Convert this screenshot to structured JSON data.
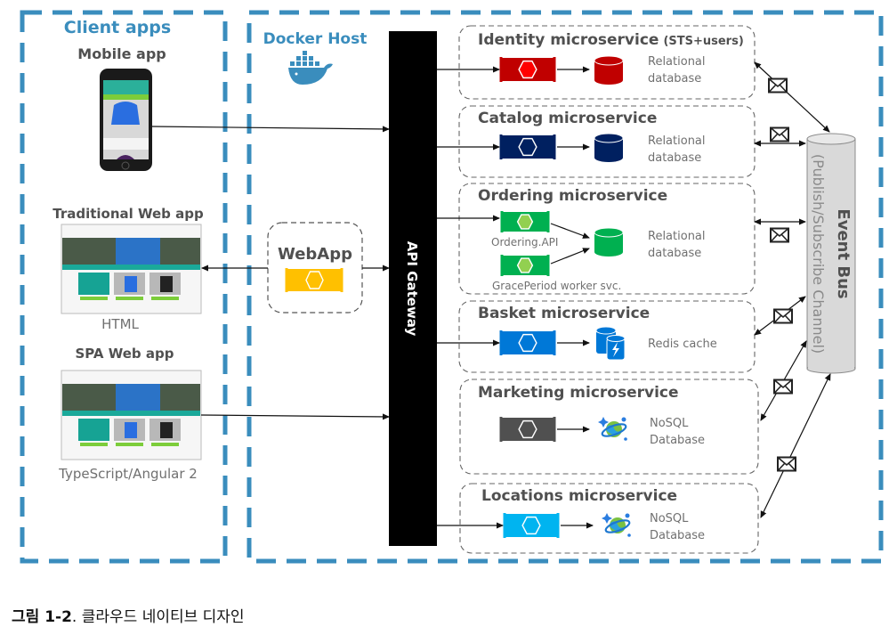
{
  "client_apps": {
    "title": "Client apps",
    "mobile": {
      "title": "Mobile app"
    },
    "traditional": {
      "title": "Traditional Web app",
      "subtitle": "HTML"
    },
    "spa": {
      "title": "SPA Web app",
      "subtitle": "TypeScript/Angular 2"
    }
  },
  "docker_host": {
    "title": "Docker Host"
  },
  "webapp": {
    "title": "WebApp"
  },
  "api_gateway": {
    "label": "API Gateway"
  },
  "microservices": [
    {
      "title": "Identity microservice",
      "suffix": "(STS+users)",
      "store_line1": "Relational",
      "store_line2": "database",
      "color": "#c00000",
      "hex_color": "#ff0000"
    },
    {
      "title": "Catalog microservice",
      "store_line1": "Relational",
      "store_line2": "database",
      "color": "#002060",
      "hex_color": "#002060"
    },
    {
      "title": "Ordering microservice",
      "store_line1": "Relational",
      "store_line2": "database",
      "color": "#00b050",
      "hex_color": "#92d050",
      "api_label": "Ordering.API",
      "worker_label": "GracePeriod worker svc."
    },
    {
      "title": "Basket microservice",
      "store_line1": "Redis cache",
      "color": "#0078d7",
      "hex_color": "#0078d7"
    },
    {
      "title": "Marketing microservice",
      "store_line1": "NoSQL",
      "store_line2": "Database",
      "color": "#505050",
      "hex_color": "#505050"
    },
    {
      "title": "Locations microservice",
      "store_line1": "NoSQL",
      "store_line2": "Database",
      "color": "#00b4f0",
      "hex_color": "#00b4f0"
    }
  ],
  "event_bus": {
    "title": "Event Bus",
    "subtitle": "(Publish/Subscribe Channel)"
  },
  "caption": {
    "label": "그림 1-2",
    "text": ". 클라우드 네이티브 디자인"
  },
  "colors": {
    "frame": "#3a8dbd",
    "text_dark": "#505050",
    "text_light": "#707070"
  }
}
